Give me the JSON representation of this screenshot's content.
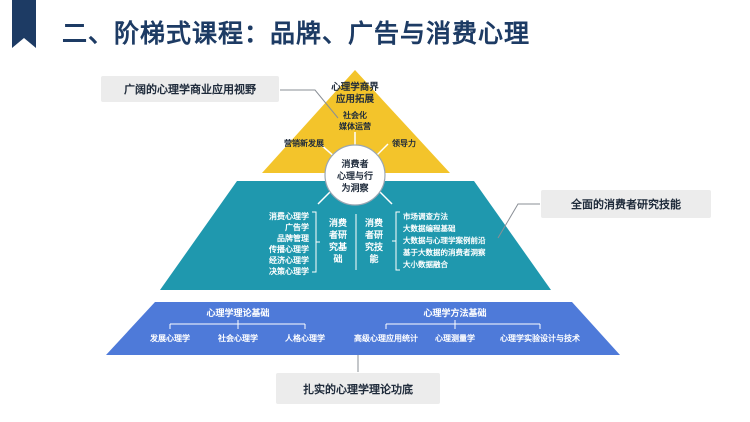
{
  "header": {
    "title": "二、阶梯式课程：品牌、广告与消费心理"
  },
  "colors": {
    "navy": "#1d3b64",
    "top_tier": "#f3c42b",
    "middle_tier": "#1f98ae",
    "bottom_tier": "#4e7ad9",
    "callout_bg": "#ececec"
  },
  "top_tier": {
    "title_line1": "心理学商界",
    "title_line2": "应用拓展",
    "center_line1": "社会化",
    "center_line2": "媒体运营",
    "left_item": "营销新发展",
    "right_item": "领导力"
  },
  "core": {
    "line1": "消费者",
    "line2": "心理与行",
    "line3": "为洞察"
  },
  "middle_tier": {
    "left_list": [
      "消费心理学",
      "广告学",
      "品牌管理",
      "传播心理学",
      "经济心理学",
      "决策心理学"
    ],
    "col_research_basics": [
      "消费",
      "者研",
      "究基",
      "础"
    ],
    "col_research_skills": [
      "消费",
      "者研",
      "究技",
      "能"
    ],
    "right_list": [
      "市场调查方法",
      "大数据编程基础",
      "大数据与心理学案例前沿",
      "基于大数据的消费者洞察",
      "大小数据融合"
    ]
  },
  "bottom_tier": {
    "theory": {
      "title": "心理学理论基础",
      "items": [
        "发展心理学",
        "社会心理学",
        "人格心理学"
      ]
    },
    "methods": {
      "title": "心理学方法基础",
      "items": [
        "高级心理应用统计",
        "心理测量学",
        "心理学实验设计与技术"
      ]
    }
  },
  "callouts": {
    "top": "广阔的心理学商业应用视野",
    "middle": "全面的消费者研究技能",
    "bottom": "扎实的心理学理论功底"
  }
}
